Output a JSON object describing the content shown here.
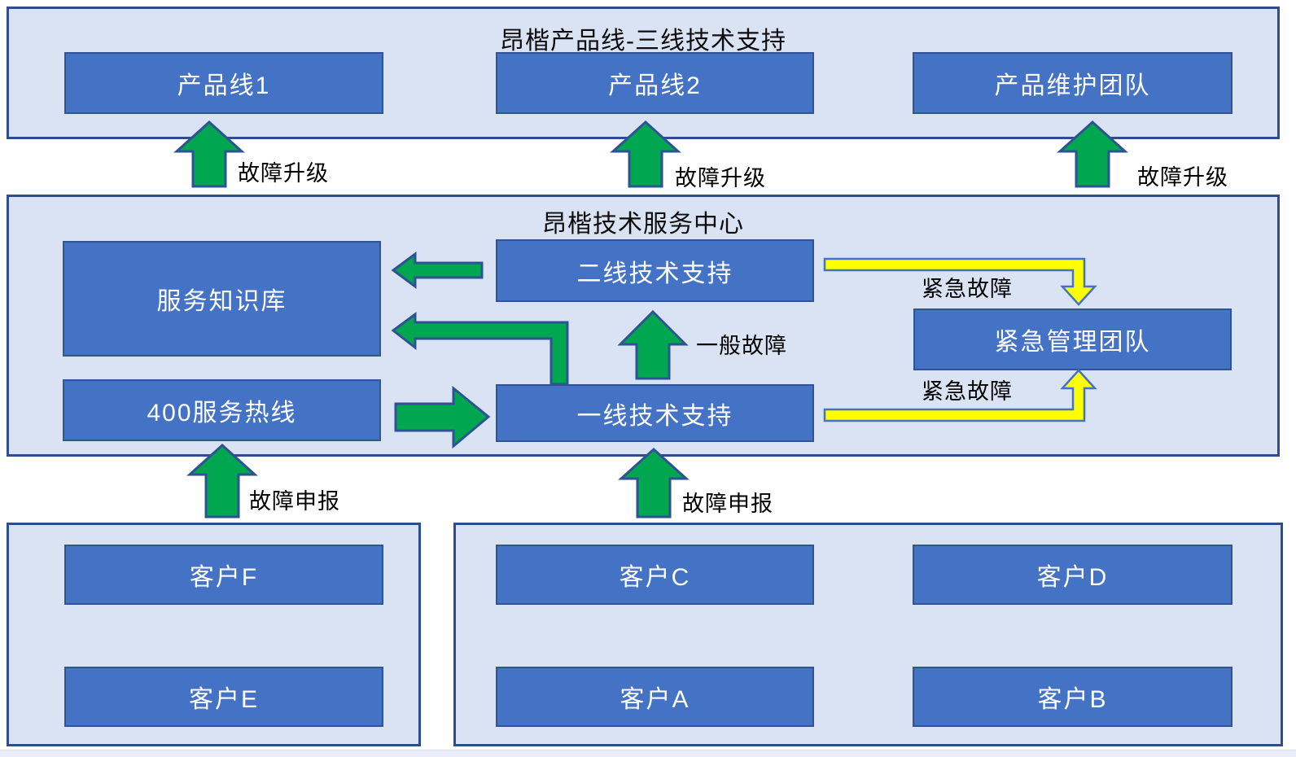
{
  "diagram": {
    "top_section": {
      "title": "昂楷产品线-三线技术支持",
      "boxes": [
        {
          "label": "产品线1"
        },
        {
          "label": "产品线2"
        },
        {
          "label": "产品维护团队"
        }
      ]
    },
    "middle_section": {
      "title": "昂楷技术服务中心",
      "boxes": [
        {
          "label": "服务知识库"
        },
        {
          "label": "二线技术支持"
        },
        {
          "label": "紧急管理团队"
        },
        {
          "label": "400服务热线"
        },
        {
          "label": "一线技术支持"
        }
      ]
    },
    "customers_left_section": {
      "boxes": [
        {
          "label": "客户F"
        },
        {
          "label": "客户E"
        }
      ]
    },
    "customers_right_section": {
      "boxes": [
        {
          "label": "客户C"
        },
        {
          "label": "客户D"
        },
        {
          "label": "客户A"
        },
        {
          "label": "客户B"
        }
      ]
    },
    "arrow_labels": {
      "fault_escalation": "故障升级",
      "fault_report": "故障申报",
      "general_fault": "一般故障",
      "urgent_fault": "紧急故障"
    },
    "colors": {
      "container_fill": "#dae3f3",
      "container_border": "#2e4d8f",
      "node_fill": "#4472c4",
      "node_border": "#2f5597",
      "node_text": "#ffffff",
      "arrow_green": "#00a650",
      "arrow_green_border": "#2e5395",
      "arrow_yellow": "#ffff00",
      "arrow_yellow_border": "#4472c4",
      "label_text": "#000000"
    }
  }
}
